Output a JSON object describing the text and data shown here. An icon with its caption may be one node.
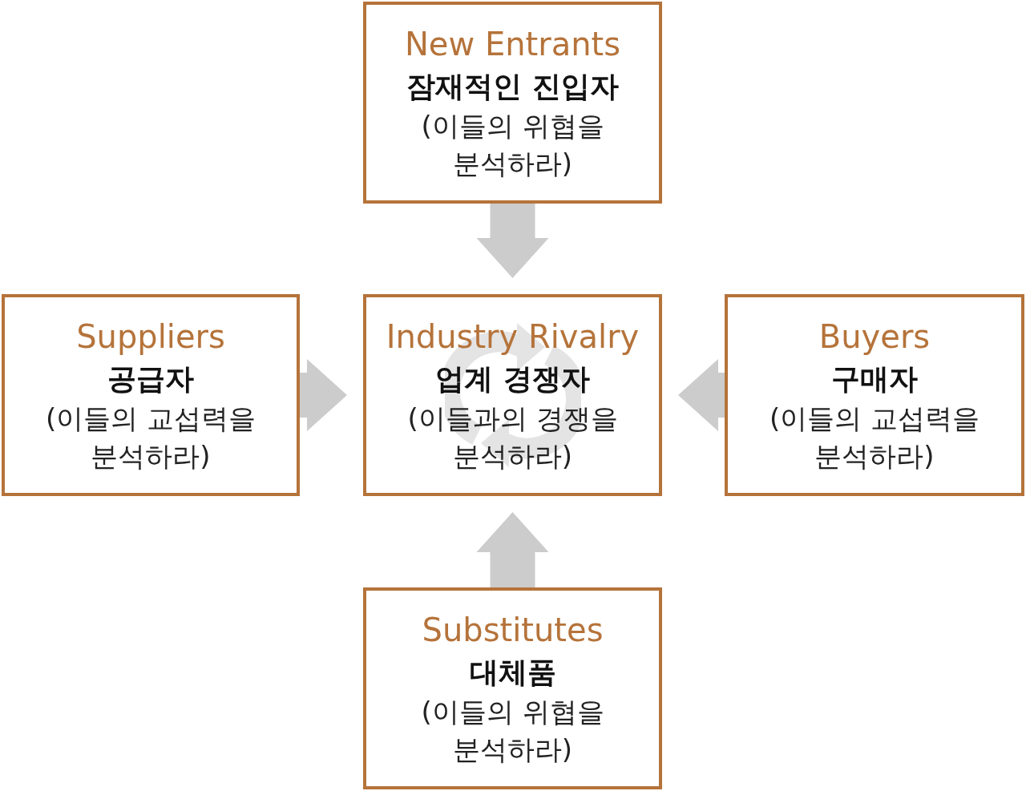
{
  "diagram": {
    "nodes": [
      {
        "text": [
          "New Entrants",
          "잠재적인 진입자",
          "(이들의 위협을 분석하라)"
        ]
      },
      {
        "text": [
          "Suppliers",
          "공급자",
          "(이들의 교섭력을 분석하라)"
        ]
      },
      {
        "text": [
          "Industry Rivalry",
          "업계 경쟁자",
          "(이들과의 경쟁을 분석하라)"
        ]
      },
      {
        "text": [
          "Buyers",
          "구매자",
          "(이들의 교섭력을 분석하라)"
        ]
      },
      {
        "text": [
          "Substitutes",
          "대체품",
          "(이들의 위협을 분석하라)"
        ]
      }
    ],
    "edges": [
      {
        "from": 0,
        "to": 2,
        "arrow": "to",
        "style": "thick",
        "color": "#cccccc"
      },
      {
        "from": 1,
        "to": 2,
        "arrow": "to",
        "style": "thick",
        "color": "#cccccc"
      },
      {
        "from": 3,
        "to": 2,
        "arrow": "to",
        "style": "thick",
        "color": "#cccccc"
      },
      {
        "from": 4,
        "to": 2,
        "arrow": "to",
        "style": "thick",
        "color": "#cccccc"
      }
    ]
  }
}
